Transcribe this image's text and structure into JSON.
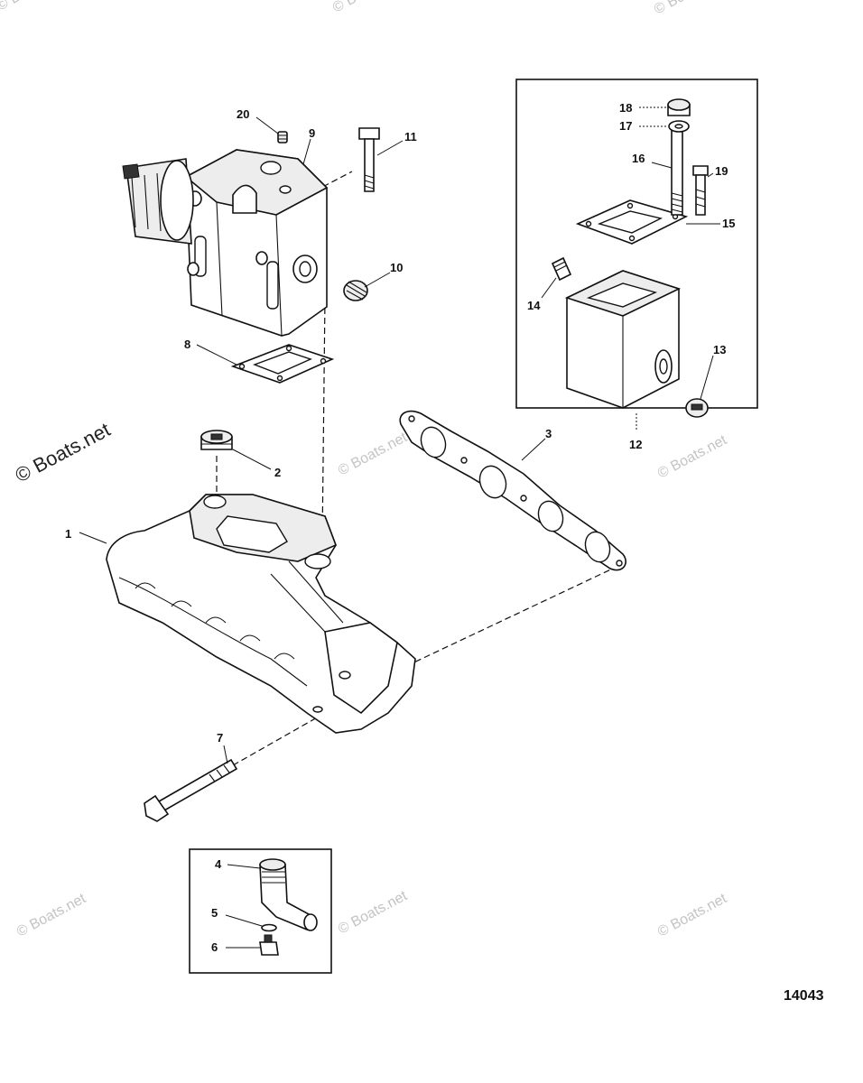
{
  "watermark": {
    "text": "© Boats.net"
  },
  "figure_number": "14043",
  "callouts": [
    "1",
    "2",
    "3",
    "4",
    "5",
    "6",
    "7",
    "8",
    "9",
    "10",
    "11",
    "12",
    "13",
    "14",
    "15",
    "16",
    "17",
    "18",
    "19",
    "20"
  ]
}
